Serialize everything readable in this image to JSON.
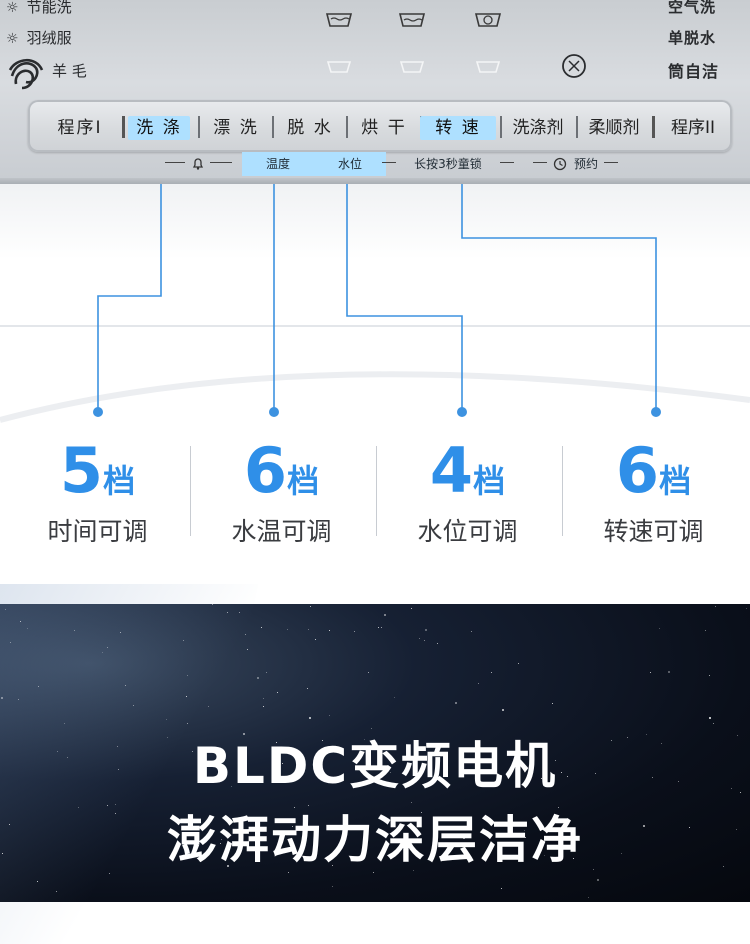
{
  "panel": {
    "left_options": [
      "节能洗",
      "羽绒服",
      "羊 毛"
    ],
    "right_options": [
      "空气洗",
      "单脱水",
      "筒自洁"
    ],
    "buttons": [
      "程序I",
      "洗 涤",
      "漂 洗",
      "脱 水",
      "烘 干",
      "转 速",
      "洗涤剂",
      "柔顺剂",
      "程序II"
    ],
    "sub_labels": {
      "temperature": "温度",
      "water_level": "水位",
      "child_lock": "长按3秒童锁",
      "reservation": "预约"
    },
    "icons": [
      "sun-icon",
      "wool-mark-icon",
      "wash-tub-icon",
      "bell-icon",
      "lock-icon",
      "clock-icon",
      "spin-icon"
    ],
    "highlight_color": "#aee0ff"
  },
  "stats": [
    {
      "number": "5",
      "unit": "档",
      "caption": "时间可调"
    },
    {
      "number": "6",
      "unit": "档",
      "caption": "水温可调"
    },
    {
      "number": "4",
      "unit": "档",
      "caption": "水位可调"
    },
    {
      "number": "6",
      "unit": "档",
      "caption": "转速可调"
    }
  ],
  "banner": {
    "line1": "BLDC变频电机",
    "line2": "澎湃动力深层洁净"
  },
  "colors": {
    "accent_blue": "#2f8fe8",
    "connector_blue": "#3d92e0",
    "banner_bg": "#0a0f1a"
  }
}
